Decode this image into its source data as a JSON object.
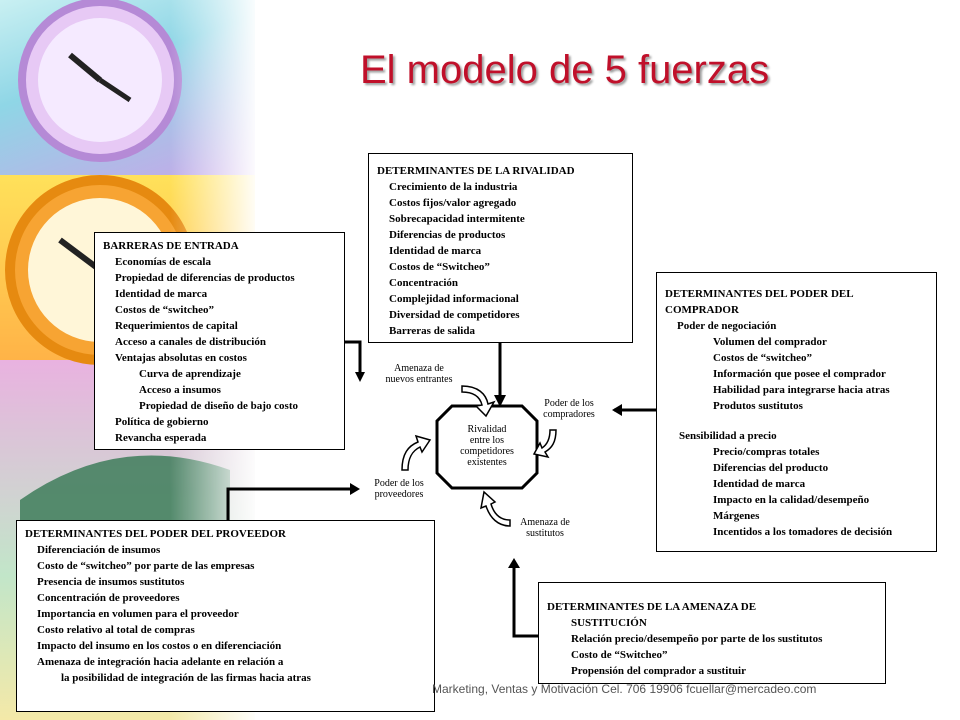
{
  "title": "El modelo de 5 fuerzas",
  "colors": {
    "title": "#c0102a",
    "stripe_top": "#7fd6e0",
    "stripe_mid": "#ffd23f",
    "stripe_low": "#e7a0d6"
  },
  "rivalry_box": {
    "heading": "DETERMINANTES  DE  LA RIVALIDAD",
    "items": [
      "Crecimiento de la industria",
      "Costos fijos/valor agregado",
      "Sobrecapacidad intermitente",
      "Diferencias de productos",
      "Identidad de marca",
      "Costos de “Switcheo”",
      "Concentración",
      "Complejidad informacional",
      "Diversidad de competidores",
      "Barreras de salida"
    ]
  },
  "entry_box": {
    "heading": "BARRERAS  DE ENTRADA",
    "items": [
      "Economías de escala",
      "Propiedad de diferencias de productos",
      "Identidad de marca",
      "Costos de  “switcheo”",
      "Requerimientos  de capital",
      "Acceso a canales de distribución",
      "Ventajas absolutas en costos"
    ],
    "subitems": [
      "Curva de aprendizaje",
      "Acceso a insumos",
      "Propiedad de diseño de bajo costo"
    ],
    "items_after": [
      "Política de gobierno",
      "Revancha esperada"
    ]
  },
  "buyer_box": {
    "heading": "DETERMINANTES  DEL PODER DEL COMPRADOR",
    "group1": "Poder de negociación",
    "group1_items": [
      "Volumen del comprador",
      "Costos de “switcheo”",
      "Información que posee el comprador",
      "Habilidad para integrarse hacia atras",
      "Produtos sustitutos"
    ],
    "group2": "Sensibilidad a precio",
    "group2_items": [
      "Precio/compras totales",
      "Diferencias del producto",
      "Identidad de marca",
      "Impacto en la calidad/desempeño",
      "Márgenes",
      "Incentidos a los tomadores de decisión"
    ]
  },
  "supplier_box": {
    "heading": "DETERMINANTES  DEL PODER DEL PROVEEDOR",
    "items": [
      "Diferenciación de insumos",
      "Costo de “switcheo” por parte de las empresas",
      "Presencia de insumos sustitutos",
      "Concentración de proveedores",
      "Importancia en volumen para el proveedor",
      "Costo relativo al total de compras",
      "Impacto del insumo en los costos o en diferenciación",
      "Amenaza de integración hacia adelante en relación a"
    ],
    "continuation": "la posibilidad de integración de las firmas hacia atras"
  },
  "substitute_box": {
    "heading": "DETERMINANTES  DE LA AMENAZA DE",
    "heading2": "SUSTITUCIÓN",
    "items": [
      "Relación precio/desempeño por parte de los sustitutos",
      "Costo de  “Switcheo”",
      "Propensión del comprador a sustituir"
    ]
  },
  "center": {
    "line1": "Rivalidad",
    "line2": "entre los",
    "line3": "competidores",
    "line4": "existentes"
  },
  "labels": {
    "new_entrants_1": "Amenaza de",
    "new_entrants_2": "nuevos entrantes",
    "buyers_1": "Poder de los",
    "buyers_2": "compradores",
    "suppliers_1": "Poder de los",
    "suppliers_2": "proveedores",
    "substitutes_1": "Amenaza de",
    "substitutes_2": "sustitutos"
  },
  "footer": "Marketing,  Ventas y Motivación Cel. 706 19906  fcuellar@mercadeo.com"
}
